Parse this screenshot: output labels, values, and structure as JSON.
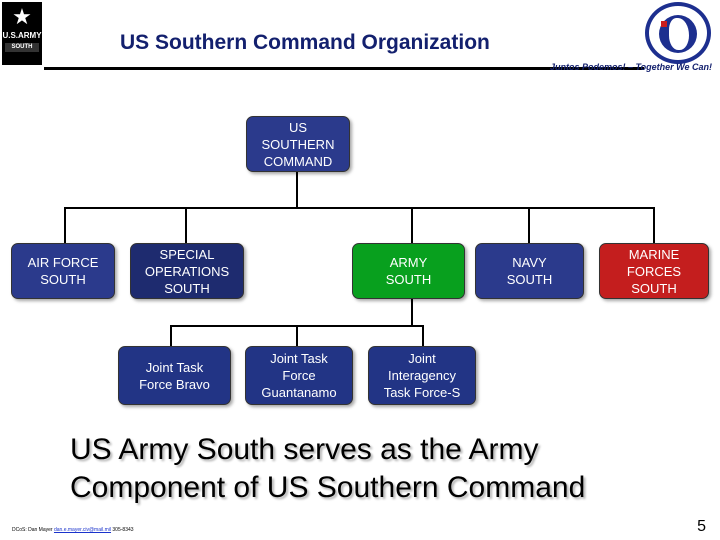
{
  "header": {
    "title": "US Southern Command Organization",
    "motto": "Juntos Podemos! – Together We Can!",
    "logo_left": {
      "star": "★",
      "line1": "U.S.ARMY",
      "line2": "SOUTH"
    }
  },
  "org": {
    "root": "US\nSOUTHERN\nCOMMAND",
    "components": [
      {
        "label": "AIR FORCE\nSOUTH",
        "color": "#2b3a8c"
      },
      {
        "label": "SPECIAL\nOPERATIONS\nSOUTH",
        "color": "#1e2b6f"
      },
      {
        "label": "ARMY\nSOUTH",
        "color": "#08a01e"
      },
      {
        "label": "NAVY\nSOUTH",
        "color": "#2b3a8c"
      },
      {
        "label": "MARINE\nFORCES\nSOUTH",
        "color": "#c41e1e"
      }
    ],
    "task_forces": [
      {
        "label": "Joint Task\nForce Bravo"
      },
      {
        "label": "Joint Task\nForce\nGuantanamo"
      },
      {
        "label": "Joint\nInteragency\nTask Force-S"
      }
    ]
  },
  "tagline": "US Army South serves as the Army Component of US Southern Command",
  "footer": {
    "prefix": "DCoS: Dan Mayer",
    "email": "dan.e.mayer.civ@mail.mil",
    "phone": "305-8343"
  },
  "page_number": "5"
}
